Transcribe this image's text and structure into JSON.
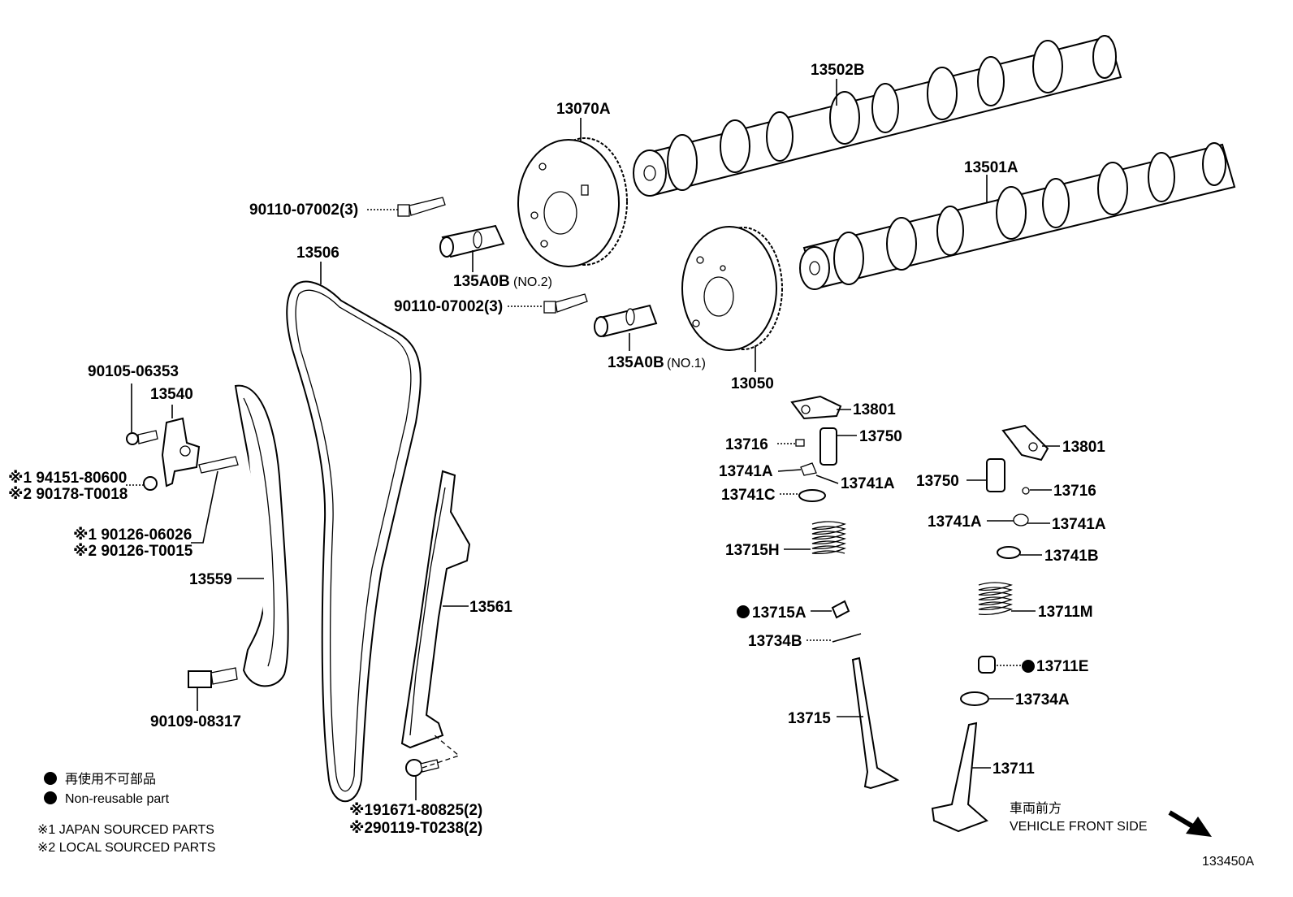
{
  "diagram": {
    "labels": {
      "p13502b": "13502B",
      "p13070a": "13070A",
      "p13501a": "13501A",
      "bolt_upper": "90110-07002(3)",
      "p13506": "13506",
      "valve_no2": "135A0B",
      "valve_no2_note": "(NO.2)",
      "bolt_lower": "90110-07002(3)",
      "valve_no1": "135A0B",
      "valve_no1_note": "(NO.1)",
      "p13050": "13050",
      "p90105": "90105-06353",
      "p13540": "13540",
      "j94151": "※1 94151-80600",
      "l90178": "※2 90178-T0018",
      "j90126": "※1 90126-06026",
      "l90126": "※2 90126-T0015",
      "p13559": "13559",
      "p13561": "13561",
      "p90109": "90109-08317",
      "j91671": "※191671-80825(2)",
      "l90119": "※290119-T0238(2)",
      "p13801_a": "13801",
      "p13716_a": "13716",
      "p13750_a": "13750",
      "p13741a_l1": "13741A",
      "p13741a_r1": "13741A",
      "p13741c": "13741C",
      "p13715h": "13715H",
      "p13715a": "13715A",
      "p13734b": "13734B",
      "p13715": "13715",
      "p13801_b": "13801",
      "p13750_b": "13750",
      "p13716_b": "13716",
      "p13741a_l2": "13741A",
      "p13741a_r2": "13741A",
      "p13741b": "13741B",
      "p13711m": "13711M",
      "p13711e": "13711E",
      "p13734a": "13734A",
      "p13711": "13711",
      "front_jp": "車両前方",
      "front_en": "VEHICLE FRONT SIDE",
      "code": "133450A"
    },
    "legend": {
      "non_reusable_jp": "再使用不可部品",
      "non_reusable_en": "Non-reusable part",
      "note1": "※1 JAPAN SOURCED PARTS",
      "note2": "※2 LOCAL SOURCED PARTS"
    }
  }
}
